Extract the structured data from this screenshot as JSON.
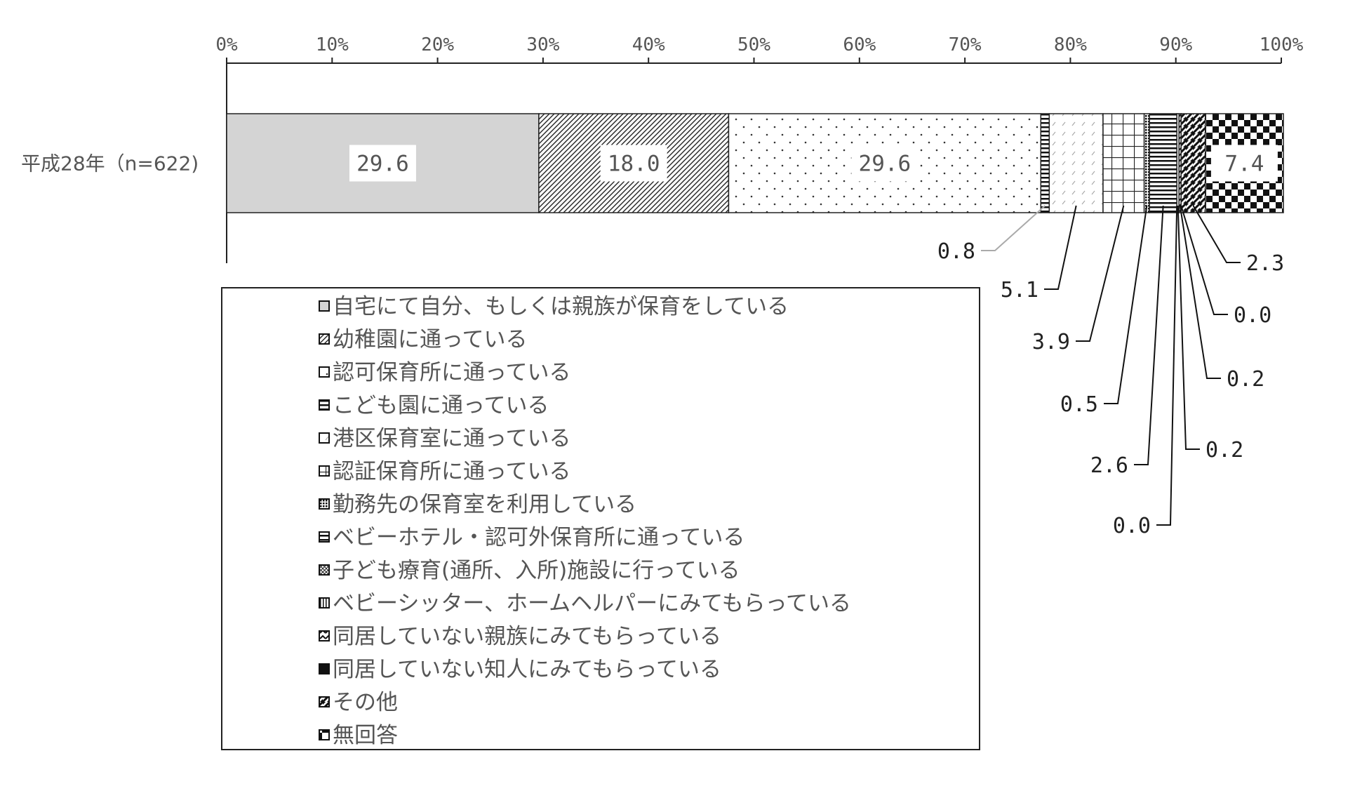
{
  "chart_data": {
    "type": "bar",
    "orientation": "horizontal",
    "stacked": true,
    "percent_axis": true,
    "xlim": [
      0,
      100
    ],
    "x_ticks": [
      "0%",
      "10%",
      "20%",
      "30%",
      "40%",
      "50%",
      "60%",
      "70%",
      "80%",
      "90%",
      "100%"
    ],
    "categories": [
      "平成28年（n=622)"
    ],
    "series": [
      {
        "name": "自宅にて自分、もしくは親族が保育をしている",
        "values": [
          29.6
        ],
        "pattern": "solid-gray",
        "label": "29.6"
      },
      {
        "name": "幼稚園に通っている",
        "values": [
          18.0
        ],
        "pattern": "diagonal-hatch",
        "label": "18.0"
      },
      {
        "name": "認可保育所に通っている",
        "values": [
          29.6
        ],
        "pattern": "dots",
        "label": "29.6"
      },
      {
        "name": "こども園に通っている",
        "values": [
          0.8
        ],
        "pattern": "horizontal-stripes",
        "label": "0.8"
      },
      {
        "name": "港区保育室に通っている",
        "values": [
          5.1
        ],
        "pattern": "light-dashes",
        "label": "5.1"
      },
      {
        "name": "認証保育所に通っている",
        "values": [
          3.9
        ],
        "pattern": "grid",
        "label": "3.9"
      },
      {
        "name": "勤務先の保育室を利用している",
        "values": [
          0.5
        ],
        "pattern": "dense-dots",
        "label": "0.5"
      },
      {
        "name": "ベビーホテル・認可外保育所に通っている",
        "values": [
          2.6
        ],
        "pattern": "horizontal-stripes",
        "label": "2.6"
      },
      {
        "name": "子ども療育(通所、入所)施設に行っている",
        "values": [
          0.0
        ],
        "pattern": "crosshatch",
        "label": "0.0"
      },
      {
        "name": "ベビーシッター、ホームヘルパーにみてもらっている",
        "values": [
          0.2
        ],
        "pattern": "vertical-lines",
        "label": "0.2"
      },
      {
        "name": "同居していない親族にみてもらっている",
        "values": [
          0.2
        ],
        "pattern": "zigzag",
        "label": "0.2"
      },
      {
        "name": "同居していない知人にみてもらっている",
        "values": [
          0.0
        ],
        "pattern": "solid-black",
        "label": "0.0"
      },
      {
        "name": "その他",
        "values": [
          2.3
        ],
        "pattern": "diagonal-zigzag",
        "label": "2.3"
      },
      {
        "name": "無回答",
        "values": [
          7.4
        ],
        "pattern": "checkerboard",
        "label": "7.4"
      }
    ],
    "legend": {
      "placement": "bottom-left",
      "columns": 1
    },
    "grid": false
  }
}
